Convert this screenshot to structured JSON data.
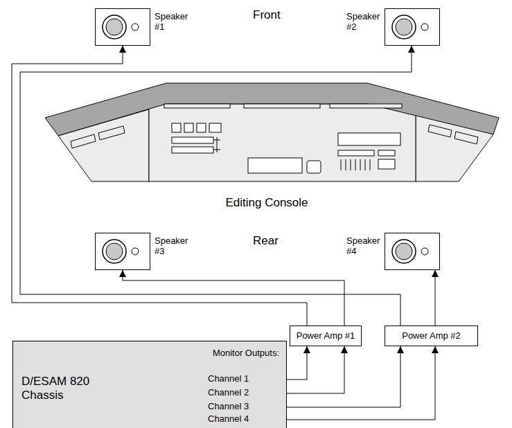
{
  "diagram": {
    "nodes": [
      {
        "text": [
          "Speaker #1"
        ]
      },
      {
        "text": [
          "Speaker #2"
        ]
      },
      {
        "text": [
          "Speaker #3"
        ]
      },
      {
        "text": [
          "Speaker #4"
        ]
      },
      {
        "text": [
          "D/ESAM 820 Chassis",
          "Monitor Outputs:"
        ]
      },
      {
        "text": [
          "Power Amp #1"
        ]
      },
      {
        "text": [
          "Power Amp #2"
        ]
      }
    ],
    "edges": [
      {
        "from": 5,
        "to": 0,
        "arrow": "to"
      },
      {
        "from": 5,
        "to": 2,
        "arrow": "to"
      },
      {
        "from": 6,
        "to": 1,
        "arrow": "to"
      },
      {
        "from": 6,
        "to": 3,
        "arrow": "to"
      },
      {
        "from": 4,
        "to": 5,
        "arrow": "to"
      },
      {
        "from": 4,
        "to": 5,
        "arrow": "to"
      },
      {
        "from": 4,
        "to": 6,
        "arrow": "to"
      },
      {
        "from": 4,
        "to": 6,
        "arrow": "to"
      }
    ],
    "labels": [
      "Front",
      "Editing Console",
      "Rear",
      "Channel 1",
      "Channel 2",
      "Channel 3",
      "Channel 4"
    ]
  }
}
